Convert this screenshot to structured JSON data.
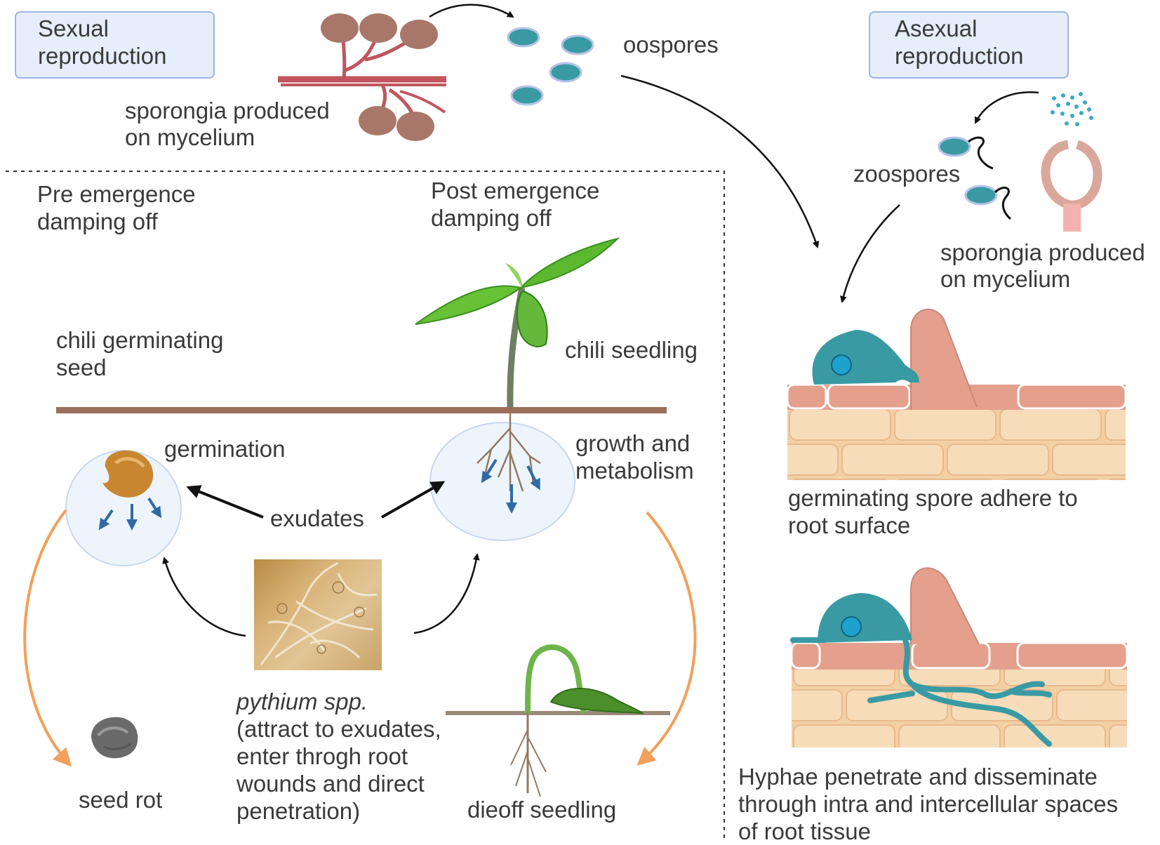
{
  "sexual_box": {
    "line1": "Sexual",
    "line2": "reproduction"
  },
  "asexual_box": {
    "line1": "Asexual",
    "line2": "reproduction"
  },
  "labels": {
    "oospores": "oospores",
    "sporongia_sexual_1": "sporongia produced",
    "sporongia_sexual_2": "on mycelium",
    "zoospores": "zoospores",
    "sporongia_asexual_1": "sporongia produced",
    "sporongia_asexual_2": "on mycelium",
    "pre_1": "Pre emergence",
    "pre_2": "damping off",
    "post_1": "Post emergence",
    "post_2": "damping off",
    "seed_1": "chili germinating",
    "seed_2": "seed",
    "seedling": "chili seedling",
    "germination": "germination",
    "growth_1": "growth and",
    "growth_2": "metabolism",
    "exudates": "exudates",
    "pythium": "pythium spp.",
    "pythium_desc_1": "(attract to exudates,",
    "pythium_desc_2": "enter throgh root",
    "pythium_desc_3": "wounds and direct",
    "pythium_desc_4": "penetration)",
    "seed_rot": "seed rot",
    "dieoff": "dieoff seedling",
    "adhere_1": "germinating spore adhere to",
    "adhere_2": "root surface",
    "hyphae_1": "Hyphae penetrate and disseminate",
    "hyphae_2": "through intra and intercellular spaces",
    "hyphae_3": "of root tissue"
  },
  "colors": {
    "box_fill": "#e6eefb",
    "box_border": "#9bb4e3",
    "spore_teal": "#3a9aa3",
    "sporangia_brown": "#a8776a",
    "mycelium_red": "#c0555e",
    "root_pink": "#e4a08d",
    "cell_tan": "#f6d6b0",
    "soil_line": "#9a6f5c",
    "arrow_orange": "#f2a05a",
    "arrow_blue": "#2f6aa7",
    "bubble_fill": "#eef4fc"
  }
}
